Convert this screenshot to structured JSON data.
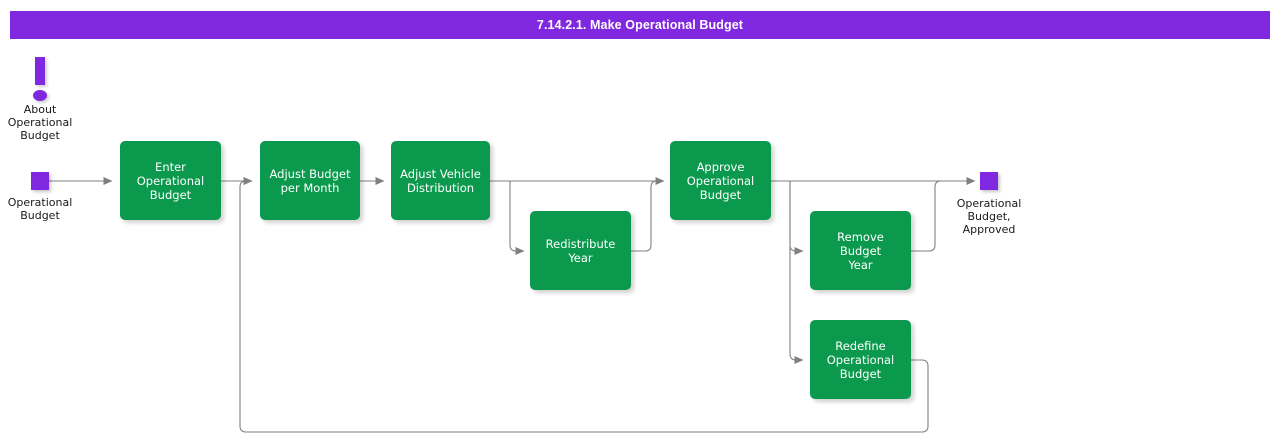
{
  "header": {
    "title": "7.14.2.1. Make Operational Budget",
    "bar_color": "#8028E0",
    "text_color": "#FFFFFF"
  },
  "palette": {
    "process_fill": "#0B9A4D",
    "process_text": "#FFFFFF",
    "terminator_fill": "#8028E0",
    "edge_color": "#808080",
    "canvas": "#FFFFFF"
  },
  "annotations": [
    {
      "id": "about-operational-budget",
      "icon": "exclamation-icon",
      "caption": "About\nOperational\nBudget"
    }
  ],
  "terminators": [
    {
      "id": "start-operational-budget",
      "caption": "Operational\nBudget",
      "role": "start"
    },
    {
      "id": "end-operational-budget-approved",
      "caption": "Operational\nBudget,\nApproved",
      "role": "end"
    }
  ],
  "nodes": [
    {
      "id": "enter-operational-budget",
      "label": "Enter\nOperational\nBudget"
    },
    {
      "id": "adjust-budget-per-month",
      "label": "Adjust Budget\nper Month"
    },
    {
      "id": "adjust-vehicle-distribution",
      "label": "Adjust Vehicle\nDistribution"
    },
    {
      "id": "redistribute-year",
      "label": "Redistribute\nYear"
    },
    {
      "id": "approve-operational-budget",
      "label": "Approve\nOperational\nBudget"
    },
    {
      "id": "remove-budget-year",
      "label": "Remove Budget\nYear"
    },
    {
      "id": "redefine-operational-budget",
      "label": "Redefine\nOperational\nBudget"
    }
  ],
  "edges": [
    {
      "from": "start-operational-budget",
      "to": "enter-operational-budget"
    },
    {
      "from": "enter-operational-budget",
      "to": "adjust-budget-per-month"
    },
    {
      "from": "adjust-budget-per-month",
      "to": "adjust-vehicle-distribution"
    },
    {
      "from": "adjust-vehicle-distribution",
      "to": "approve-operational-budget"
    },
    {
      "from": "adjust-vehicle-distribution",
      "to": "redistribute-year"
    },
    {
      "from": "redistribute-year",
      "to": "approve-operational-budget"
    },
    {
      "from": "approve-operational-budget",
      "to": "end-operational-budget-approved"
    },
    {
      "from": "approve-operational-budget",
      "to": "remove-budget-year"
    },
    {
      "from": "remove-budget-year",
      "to": "end-operational-budget-approved"
    },
    {
      "from": "approve-operational-budget",
      "to": "redefine-operational-budget"
    },
    {
      "from": "redefine-operational-budget",
      "to": "adjust-budget-per-month"
    }
  ]
}
